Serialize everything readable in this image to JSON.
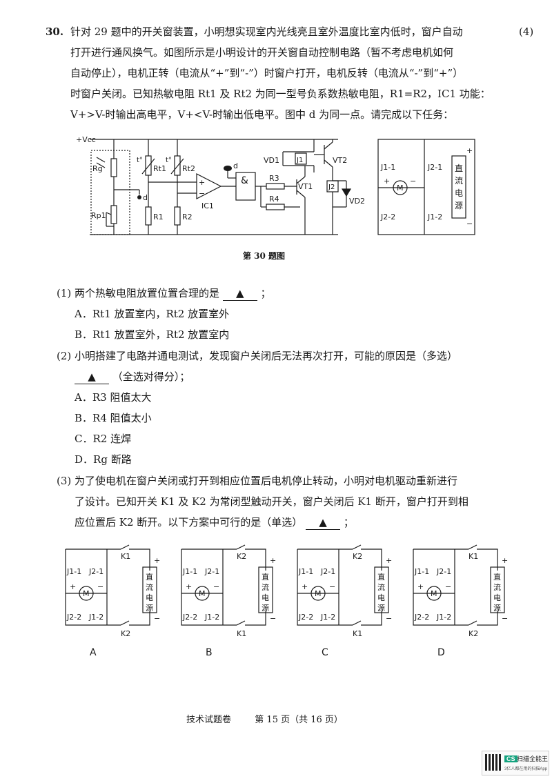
{
  "question": {
    "number": "30.",
    "score": "(4)",
    "stem_lines": [
      "针对 29 题中的开关窗装置，小明想实现室内光线亮且室外温度比室内低时，窗户自动",
      "打开进行通风换气。如图所示是小明设计的开关窗自动控制电路（暂不考虑电机如何",
      "自动停止），电机正转（电流从“+”到“-”）时窗户打开，电机反转（电流从“-”到“+”）",
      "时窗户关闭。已知热敏电阻 Rt1 及 Rt2 为同一型号负系数热敏电阻，R1=R2，IC1 功能：",
      "V+>V-时输出高电平，V+<V-时输出低电平。图中 d 为同一点。请完成以下任务："
    ]
  },
  "figure": {
    "caption": "第 30 题图",
    "labels": {
      "vcc": "+Vcc",
      "rg": "Rg",
      "rp1": "Rp1",
      "d": "d",
      "rt1": "Rt1",
      "rt2": "Rt2",
      "t1": "t°",
      "t2": "t°",
      "r1": "R1",
      "r2": "R2",
      "ic1": "IC1",
      "plus": "+",
      "minus": "−",
      "and": "&",
      "r3": "R3",
      "r4": "R4",
      "vd1": "VD1",
      "j1": "J1",
      "vt1": "VT1",
      "vt2": "VT2",
      "j2": "J2",
      "vd2": "VD2"
    },
    "motor_circuit": {
      "j11": "J1-1",
      "j21": "J2-1",
      "j22": "J2-2",
      "j12": "J1-2",
      "motor": "M",
      "plus": "+",
      "minus": "−",
      "source": [
        "直",
        "流",
        "电",
        "源"
      ]
    }
  },
  "sub1": {
    "text": "(1) 两个热敏电阻放置位置合理的是",
    "blank": "▲",
    "end": "；",
    "options": [
      "A．Rt1 放置室内，Rt2 放置室外",
      "B．Rt1 放置室外，Rt2 放置室内"
    ]
  },
  "sub2": {
    "text": "(2) 小明搭建了电路并通电测试，发现窗户关闭后无法再次打开，可能的原因是（多选）",
    "blank": "▲",
    "tail": "（全选对得分）；",
    "options": [
      "A．R3 阻值太大",
      "B．R4 阻值太小",
      "C．R2 连焊",
      "D．Rg 断路"
    ]
  },
  "sub3": {
    "lines": [
      "(3) 为了使电机在窗户关闭或打开到相应位置后电机停止转动，小明对电机驱动重新进行",
      "了设计。已知开关 K1 及 K2 为常闭型触动开关，窗户关闭后 K1 断开，窗户打开到相",
      "应位置后 K2 断开。以下方案中可行的是（单选）"
    ],
    "blank": "▲",
    "end": "；",
    "schemes": [
      {
        "letter": "A",
        "top": "K1",
        "bottom": "K2"
      },
      {
        "letter": "B",
        "top": "K2",
        "bottom": "K1"
      },
      {
        "letter": "C",
        "top": "K2",
        "bottom": "K1"
      },
      {
        "letter": "D",
        "top": "K1",
        "bottom": "K2"
      }
    ]
  },
  "footer": {
    "left": "技术试题卷",
    "right": "第 15 页（共 16 页）"
  },
  "watermark": {
    "badge": "CS",
    "title": "扫描全能王",
    "subtitle": "3亿人都在用的扫描App"
  }
}
